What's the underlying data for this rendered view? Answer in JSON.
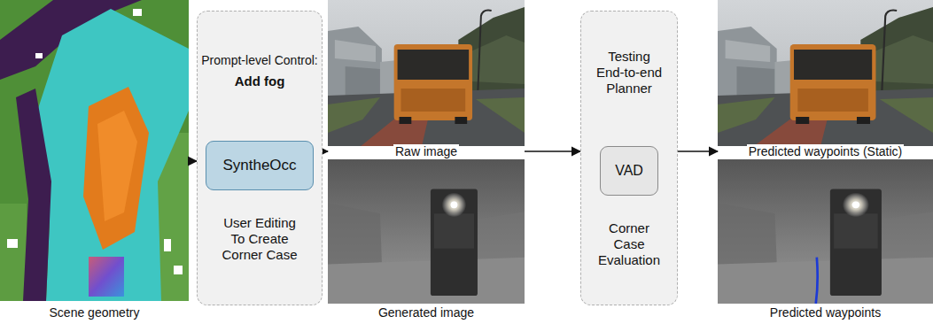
{
  "diagram": {
    "nodes": [
      {
        "text": [
          "Scene geometry"
        ]
      },
      {
        "text": [
          "Prompt-level Control:",
          "Add fog",
          "User Editing To Create Corner Case"
        ]
      },
      {
        "text": [
          "SyntheOcc"
        ],
        "in": 1
      },
      {
        "text": [
          "Raw image"
        ]
      },
      {
        "text": [
          "Generated image"
        ]
      },
      {
        "text": [
          "Testing End-to-end Planner",
          "Corner Case Evaluation"
        ]
      },
      {
        "text": [
          "VAD"
        ],
        "in": 5
      },
      {
        "text": [
          "Predicted waypoints (Static)"
        ]
      },
      {
        "text": [
          "Predicted waypoints"
        ]
      }
    ],
    "edges": [
      {
        "from": 0,
        "to": 1,
        "arrow": "to"
      },
      {
        "from": 1,
        "to": 3,
        "arrow": "to"
      },
      {
        "from": 3,
        "to": 5,
        "arrow": "to"
      },
      {
        "from": 5,
        "to": 7,
        "arrow": "to"
      }
    ]
  }
}
